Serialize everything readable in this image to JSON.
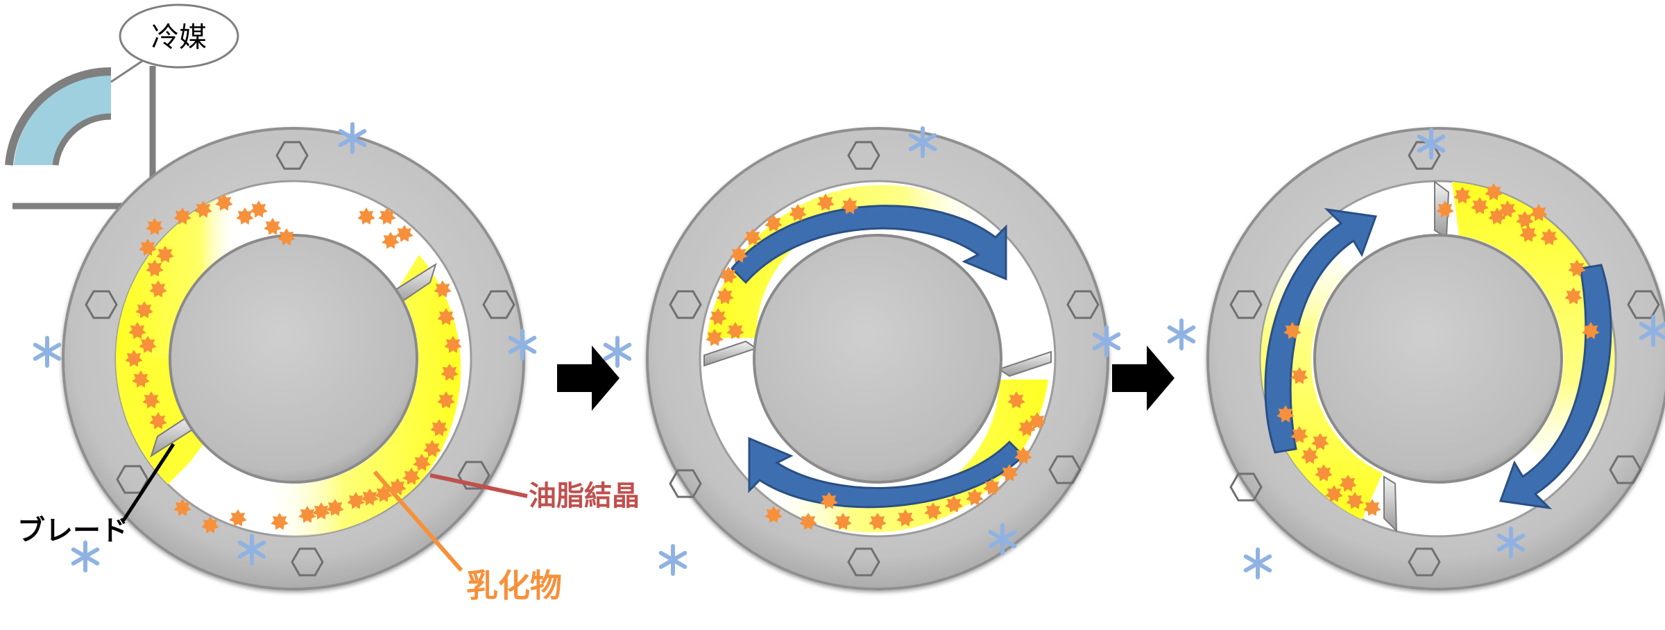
{
  "labels": {
    "refrigerant": "冷媒",
    "blade": "ブレード",
    "fat_crystal": "油脂結晶",
    "emulsion": "乳化物"
  },
  "colors": {
    "ring": "#c0c0c0",
    "ring_edge": "#8f8f8f",
    "emulsion_fill": "#ffff33",
    "crystal": "#f7903a",
    "flow_arrow": "#3d6fb0",
    "snowflake": "#8fb2e3",
    "refrigerant": "#9fd0e0",
    "fat_crystal_label": "#c0504d",
    "emulsion_label": "#f7903a",
    "step_arrow": "#000000"
  },
  "icons": {
    "nut": "hexagon-nut-icon",
    "frost": "snowflake-icon",
    "flow": "curved-arrow-icon",
    "step": "right-arrow-icon"
  },
  "panels": [
    "stage-1",
    "stage-2",
    "stage-3"
  ]
}
